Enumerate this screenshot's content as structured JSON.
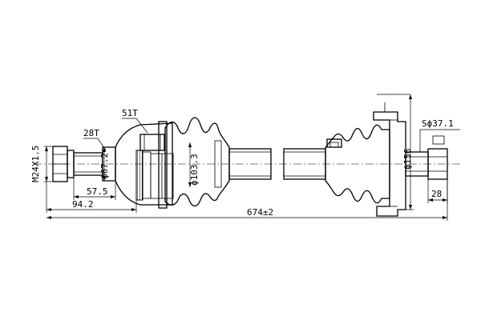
{
  "dimensions": {
    "thread": "M24X1.5",
    "teeth_inner": "51T",
    "teeth_shaft": "28T",
    "diam_shaft": "ϕ67.2",
    "diam_joint": "ϕ103.3",
    "len_57": "57.5",
    "len_94": "94.2",
    "total_length": "674±2",
    "diam_flange": "ϕ156",
    "hex_size": "Sϕ37.1",
    "len_28": "28"
  }
}
